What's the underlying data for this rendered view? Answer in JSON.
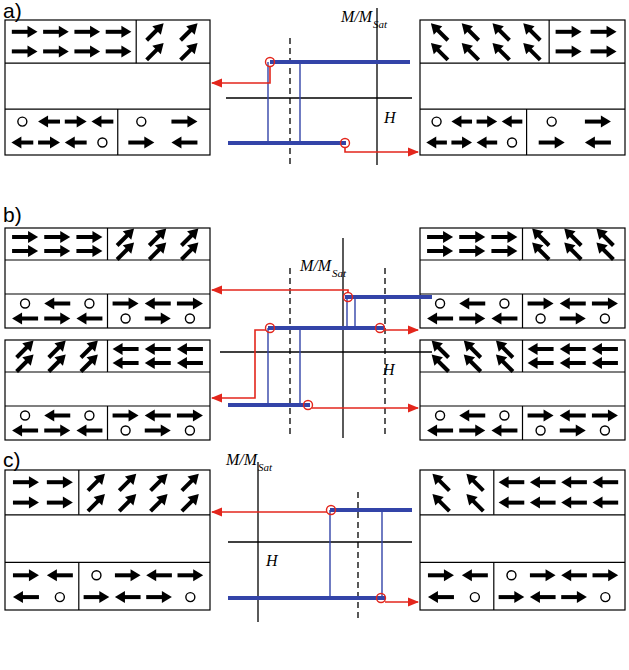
{
  "diagram": {
    "labels": [
      "a)",
      "M/M",
      "Sat",
      "H",
      "b)",
      "M/M",
      "Sat",
      "H",
      "c)",
      "M/M",
      "Sat",
      "H"
    ]
  }
}
